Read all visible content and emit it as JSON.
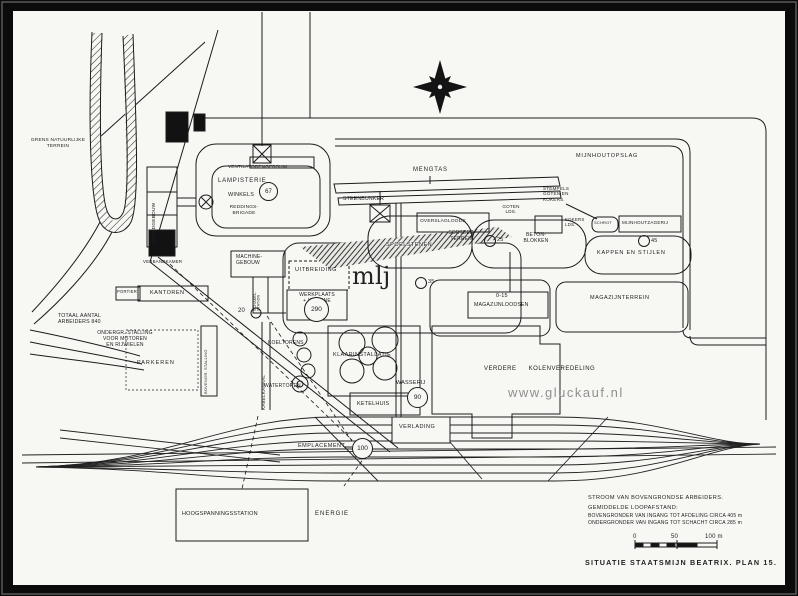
{
  "drawing": {
    "title": "SITUATIE  STAATSMIJN  BEATRIX.  PLAN 15.",
    "watermark": "www.gluckauf.nl",
    "info": {
      "line1": "STROOM VAN BOVENGRONDSE ARBEIDERS.",
      "line2": "GEMIDDELDE LOOPAFSTAND:",
      "line3": "BOVENGRONDER VAN INGANG TOT AFDELING CIRCA 405 m",
      "line4": "ONDERGRONDER VAN INGANG TOT SCHACHT CIRCA 285 m"
    },
    "scale": {
      "t0": "0",
      "t50": "50",
      "t100": "100 m"
    }
  },
  "labels": {
    "grens": "GRENS NATUURLIJKE\nTERREIN",
    "mijnhoutopslag": "MIJNHOUTOPSLAG",
    "mengtas": "MENGTAS",
    "steenbunker": "STEENBUNKER",
    "ventgebouw": "VENTILATORENGEBOUW",
    "lampisterie": "LAMPISTERIE",
    "winkels": "WINKELS",
    "reddingsbrigade": "REDDINGS-\nBRIGADE",
    "hoofdgebouw": "HOOFDGEBOUW",
    "verbandkamer": "VERBANDKAMER",
    "machinegebouw": "MACHINE-\nGEBOUW",
    "schakelstation": "SCHAKEL-\nSTATION",
    "uitbreiding": "UITBREIDING",
    "werkplaats": "WERKPLAATS\n+ KANTINE",
    "mlj": "mlj",
    "kantoren": "KANTOREN",
    "portier": "PORTIER",
    "totaal": "TOTAAL AANTAL\nARBEIDERS 840",
    "ondergrstalling": "ONDERGR. STALLING\nVOOR MOTOREN\nEN RIJWIELEN",
    "parkeren": "PARKEREN",
    "bovengrstalling": "BOVENGR. STALLING",
    "kabelkanaal": "KABELKANAAL",
    "koeltorens": "KOELTORENS",
    "watertoren": "WATERTOREN",
    "klaarinstallatie": "KLAARINSTALLATIE",
    "ketelhuis": "KETELHUIS",
    "wasserij": "WASSERIJ",
    "verlading": "VERLADING",
    "emplacement": "EMPLACEMENT",
    "verdere": "VERDERE KOLENVEREDELING",
    "hoogspanning": "HOOGSPANNINGSSTATION",
    "energie": "ENERGIE",
    "magazijnloodsen": "MAGAZIJNLOODSEN",
    "magazijnterrein": "MAGAZIJNTERREIN",
    "sorteerterrein": "SORTEER-\nTERREIN",
    "betonblokken": "BETON-\nBLOKKEN",
    "overslagloods": "OVERSLAGLOODS",
    "gotenlds": "GOTEN\nLDS.",
    "kokerslds": "KOKERS\nLDS.",
    "stempels": "STEMPELS\nGOTEN EN\nKOKERS.",
    "schrot": "SCHROT",
    "mijnhoutzagerij": "MIJNHOUTZAGERIJ",
    "kappen": "KAPPEN EN STIJLEN",
    "spoelstenen": "SPOELSTENEN"
  },
  "markers": {
    "m67": "67",
    "m290": "290",
    "m90": "90",
    "m100": "100",
    "m20": "20",
    "m25": "25",
    "m35": "35",
    "m45": "45",
    "range": "0-15"
  }
}
